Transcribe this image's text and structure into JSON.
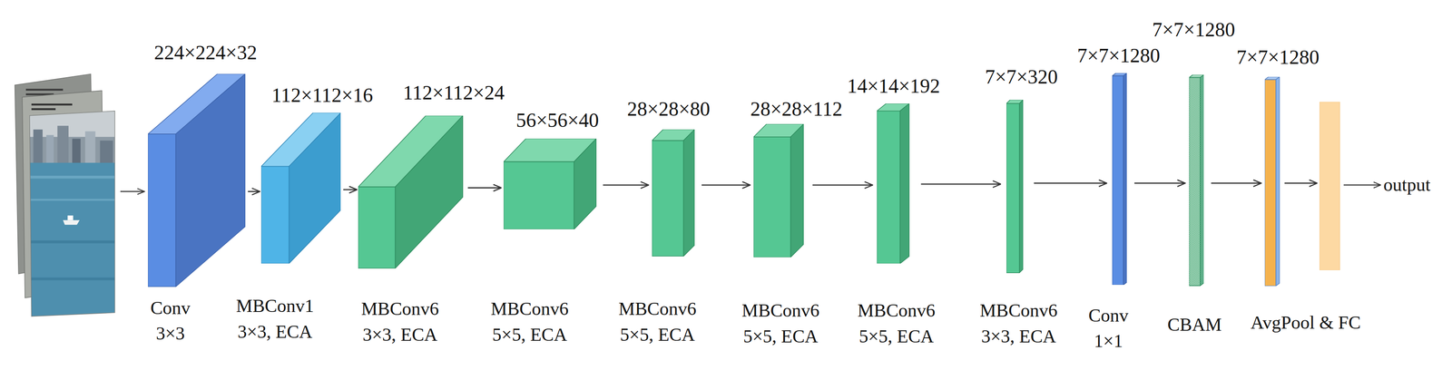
{
  "diagram": {
    "nodes": [
      {
        "text": [
          "224×224×32",
          "Conv 3×3"
        ]
      },
      {
        "text": [
          "112×112×16",
          "MBConv1 3×3, ECA"
        ]
      },
      {
        "text": [
          "112×112×24",
          "MBConv6 3×3, ECA"
        ]
      },
      {
        "text": [
          "56×56×40",
          "MBConv6 5×5, ECA"
        ]
      },
      {
        "text": [
          "28×28×80",
          "MBConv6 5×5, ECA"
        ]
      },
      {
        "text": [
          "28×28×112",
          "MBConv6 5×5, ECA"
        ]
      },
      {
        "text": [
          "14×14×192",
          "MBConv6 5×5, ECA"
        ]
      },
      {
        "text": [
          "7×7×320",
          "MBConv6 3×3, ECA"
        ]
      },
      {
        "text": [
          "7×7×1280",
          "Conv 1×1"
        ]
      },
      {
        "text": [
          "7×7×1280",
          "CBAM"
        ]
      },
      {
        "text": [
          "7×7×1280"
        ]
      },
      {
        "text": [
          "AvgPool & FC"
        ]
      }
    ],
    "edges": [
      {
        "from": 0,
        "to": 1,
        "arrow": "to"
      },
      {
        "from": 1,
        "to": 2,
        "arrow": "to"
      },
      {
        "from": 2,
        "to": 3,
        "arrow": "to"
      },
      {
        "from": 3,
        "to": 4,
        "arrow": "to"
      },
      {
        "from": 4,
        "to": 5,
        "arrow": "to"
      },
      {
        "from": 5,
        "to": 6,
        "arrow": "to"
      },
      {
        "from": 6,
        "to": 7,
        "arrow": "to"
      },
      {
        "from": 7,
        "to": 8,
        "arrow": "to"
      },
      {
        "from": 8,
        "to": 9,
        "arrow": "to"
      },
      {
        "from": 9,
        "to": 10,
        "arrow": "to"
      },
      {
        "from": 10,
        "to": 11,
        "arrow": "to"
      }
    ],
    "labels": [
      "output"
    ]
  }
}
